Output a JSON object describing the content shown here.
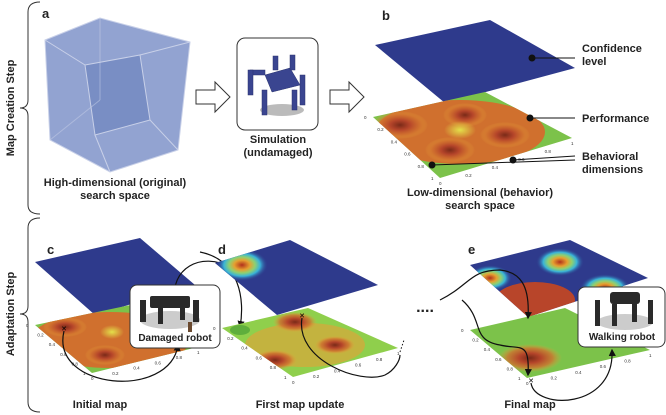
{
  "steps": {
    "map_creation": "Map Creation Step",
    "adaptation": "Adaptation Step"
  },
  "panels": {
    "a": "a",
    "b": "b",
    "c": "c",
    "d": "d",
    "e": "e"
  },
  "panel_a": {
    "caption_line1": "High-dimensional (original)",
    "caption_line2": "search space"
  },
  "simulation": {
    "line1": "Simulation",
    "line2": "(undamaged)"
  },
  "panel_b": {
    "confidence_line1": "Confidence",
    "confidence_line2": "level",
    "performance": "Performance",
    "behavioral_line1": "Behavioral",
    "behavioral_line2": "dimensions",
    "caption_line1": "Low-dimensional (behavior)",
    "caption_line2": "search space"
  },
  "axis_ticks": [
    "0",
    "0.2",
    "0.4",
    "0.6",
    "0.8",
    "1"
  ],
  "robots": {
    "damaged": "Damaged robot",
    "walking": "Walking robot"
  },
  "ellipsis": "....",
  "captions": {
    "initial": "Initial map",
    "first_update": "First map update",
    "final": "Final map"
  },
  "colors": {
    "confidence_plane": "#2e3a8c",
    "cube": "#7f93c9",
    "performance_low": "#7cc24a",
    "performance_high": "#a33a1c"
  }
}
